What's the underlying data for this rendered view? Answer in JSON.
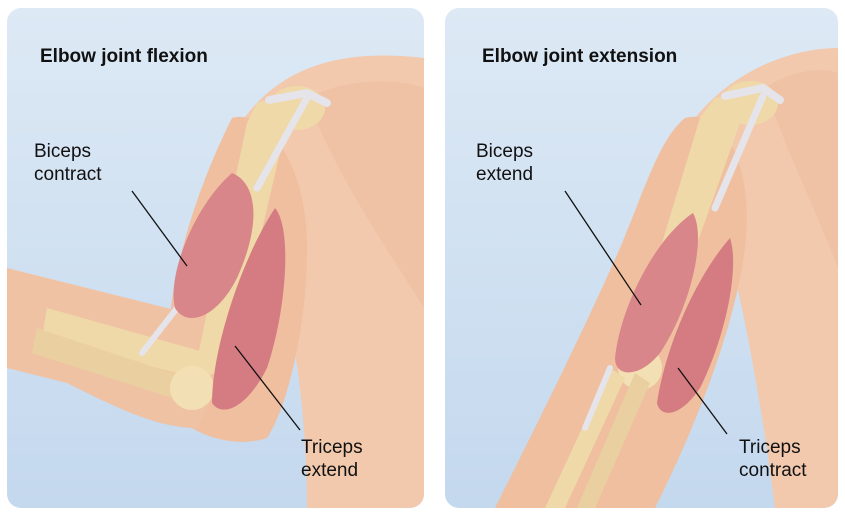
{
  "panels": {
    "flexion": {
      "title": "Elbow joint flexion",
      "biceps": {
        "line1": "Biceps",
        "line2": "contract"
      },
      "triceps": {
        "line1": "Triceps",
        "line2": "extend"
      }
    },
    "extension": {
      "title": "Elbow joint extension",
      "biceps": {
        "line1": "Biceps",
        "line2": "extend"
      },
      "triceps": {
        "line1": "Triceps",
        "line2": "contract"
      }
    }
  },
  "colors": {
    "background": "#cfe0f1",
    "skin": "#f2c9ad",
    "muscle": "#d9868a",
    "bone": "#f0d9a8",
    "tendon": "#e4e4ea"
  }
}
